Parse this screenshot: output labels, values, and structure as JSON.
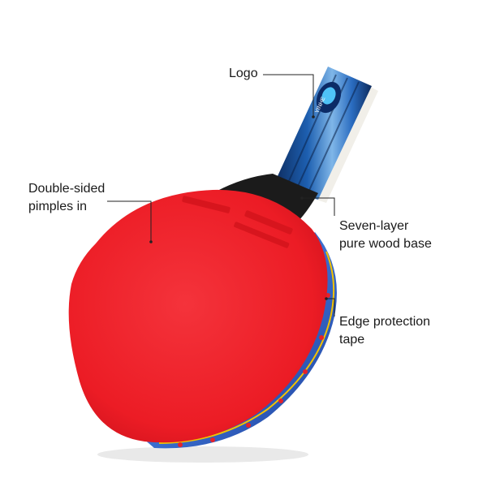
{
  "callouts": {
    "logo": {
      "lines": [
        "Logo"
      ]
    },
    "pimples": {
      "lines": [
        "Double-sided",
        "pimples in"
      ]
    },
    "wood_base": {
      "lines": [
        "Seven-layer",
        "pure wood base"
      ]
    },
    "edge_tape": {
      "lines": [
        "Edge protection",
        "tape"
      ]
    }
  },
  "product": {
    "brand_mark_text": "YINHE"
  },
  "colors": {
    "rubber_red": "#ee1c24",
    "rubber_shadow": "#c8101a",
    "handle_blue": "#1d5fb0",
    "handle_light": "#7fb6e8",
    "handle_dark": "#0d2a5c",
    "wood_black": "#1b1b1b",
    "edge_tape": "#2a55b5",
    "edge_accent": "#f2c200",
    "leader_line": "#222222",
    "text": "#1a1a1a"
  }
}
